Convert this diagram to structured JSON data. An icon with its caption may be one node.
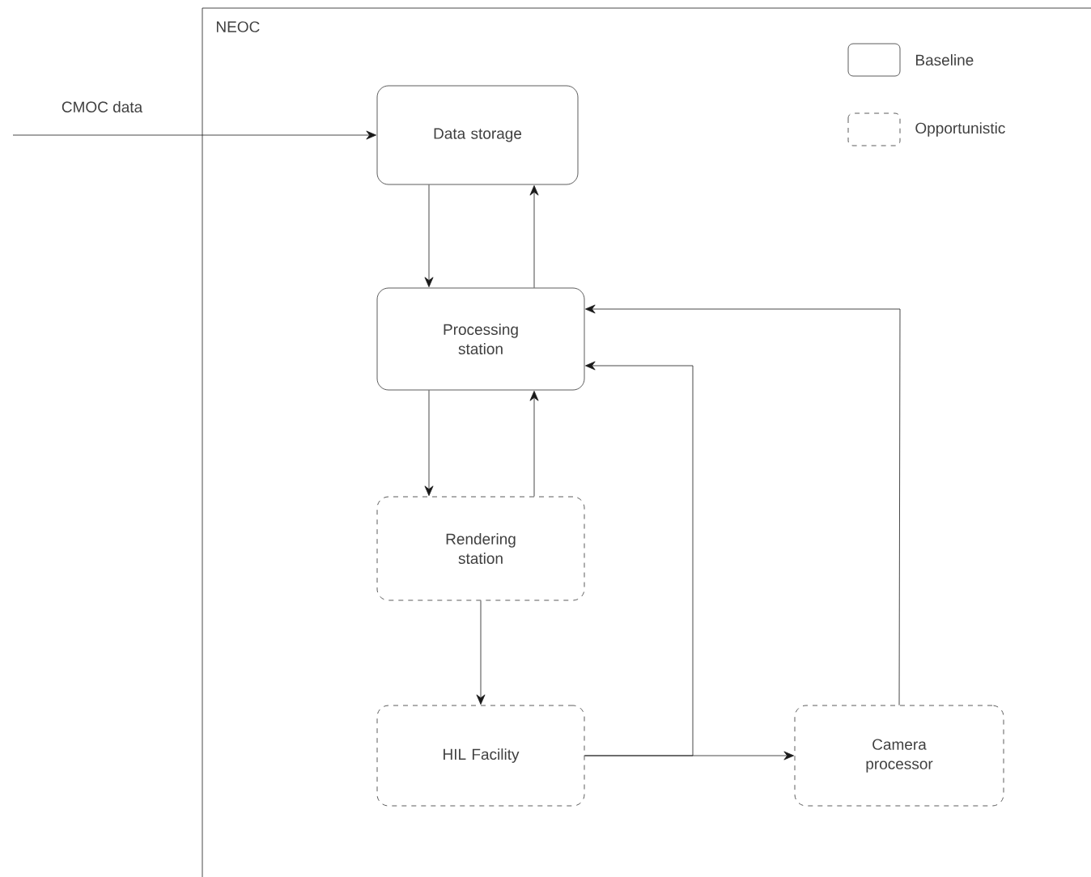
{
  "diagram": {
    "nodes": [
      {
        "text": [
          "NEOC"
        ]
      },
      {
        "text": [
          "Data storage"
        ],
        "in": 0
      },
      {
        "text": [
          "Processing station"
        ],
        "in": 0
      },
      {
        "text": [
          "Rendering station"
        ],
        "in": 0
      },
      {
        "text": [
          "HIL Facility"
        ],
        "in": 0
      },
      {
        "text": [
          "Camera processor"
        ],
        "in": 0
      }
    ],
    "edges": [
      {
        "from": null,
        "to": 1,
        "arrow": "to",
        "label": "CMOC data"
      },
      {
        "from": 1,
        "to": 2,
        "arrow": "to"
      },
      {
        "from": 2,
        "to": 1,
        "arrow": "to"
      },
      {
        "from": 2,
        "to": 3,
        "arrow": "to"
      },
      {
        "from": 3,
        "to": 2,
        "arrow": "to"
      },
      {
        "from": 3,
        "to": 4,
        "arrow": "to"
      },
      {
        "from": 4,
        "to": 5,
        "arrow": "to"
      },
      {
        "from": 4,
        "to": 2,
        "arrow": "to"
      },
      {
        "from": 5,
        "to": 2,
        "arrow": "to"
      }
    ],
    "legend": [
      {
        "text": "Baseline"
      },
      {
        "text": "Opportunistic"
      }
    ]
  }
}
